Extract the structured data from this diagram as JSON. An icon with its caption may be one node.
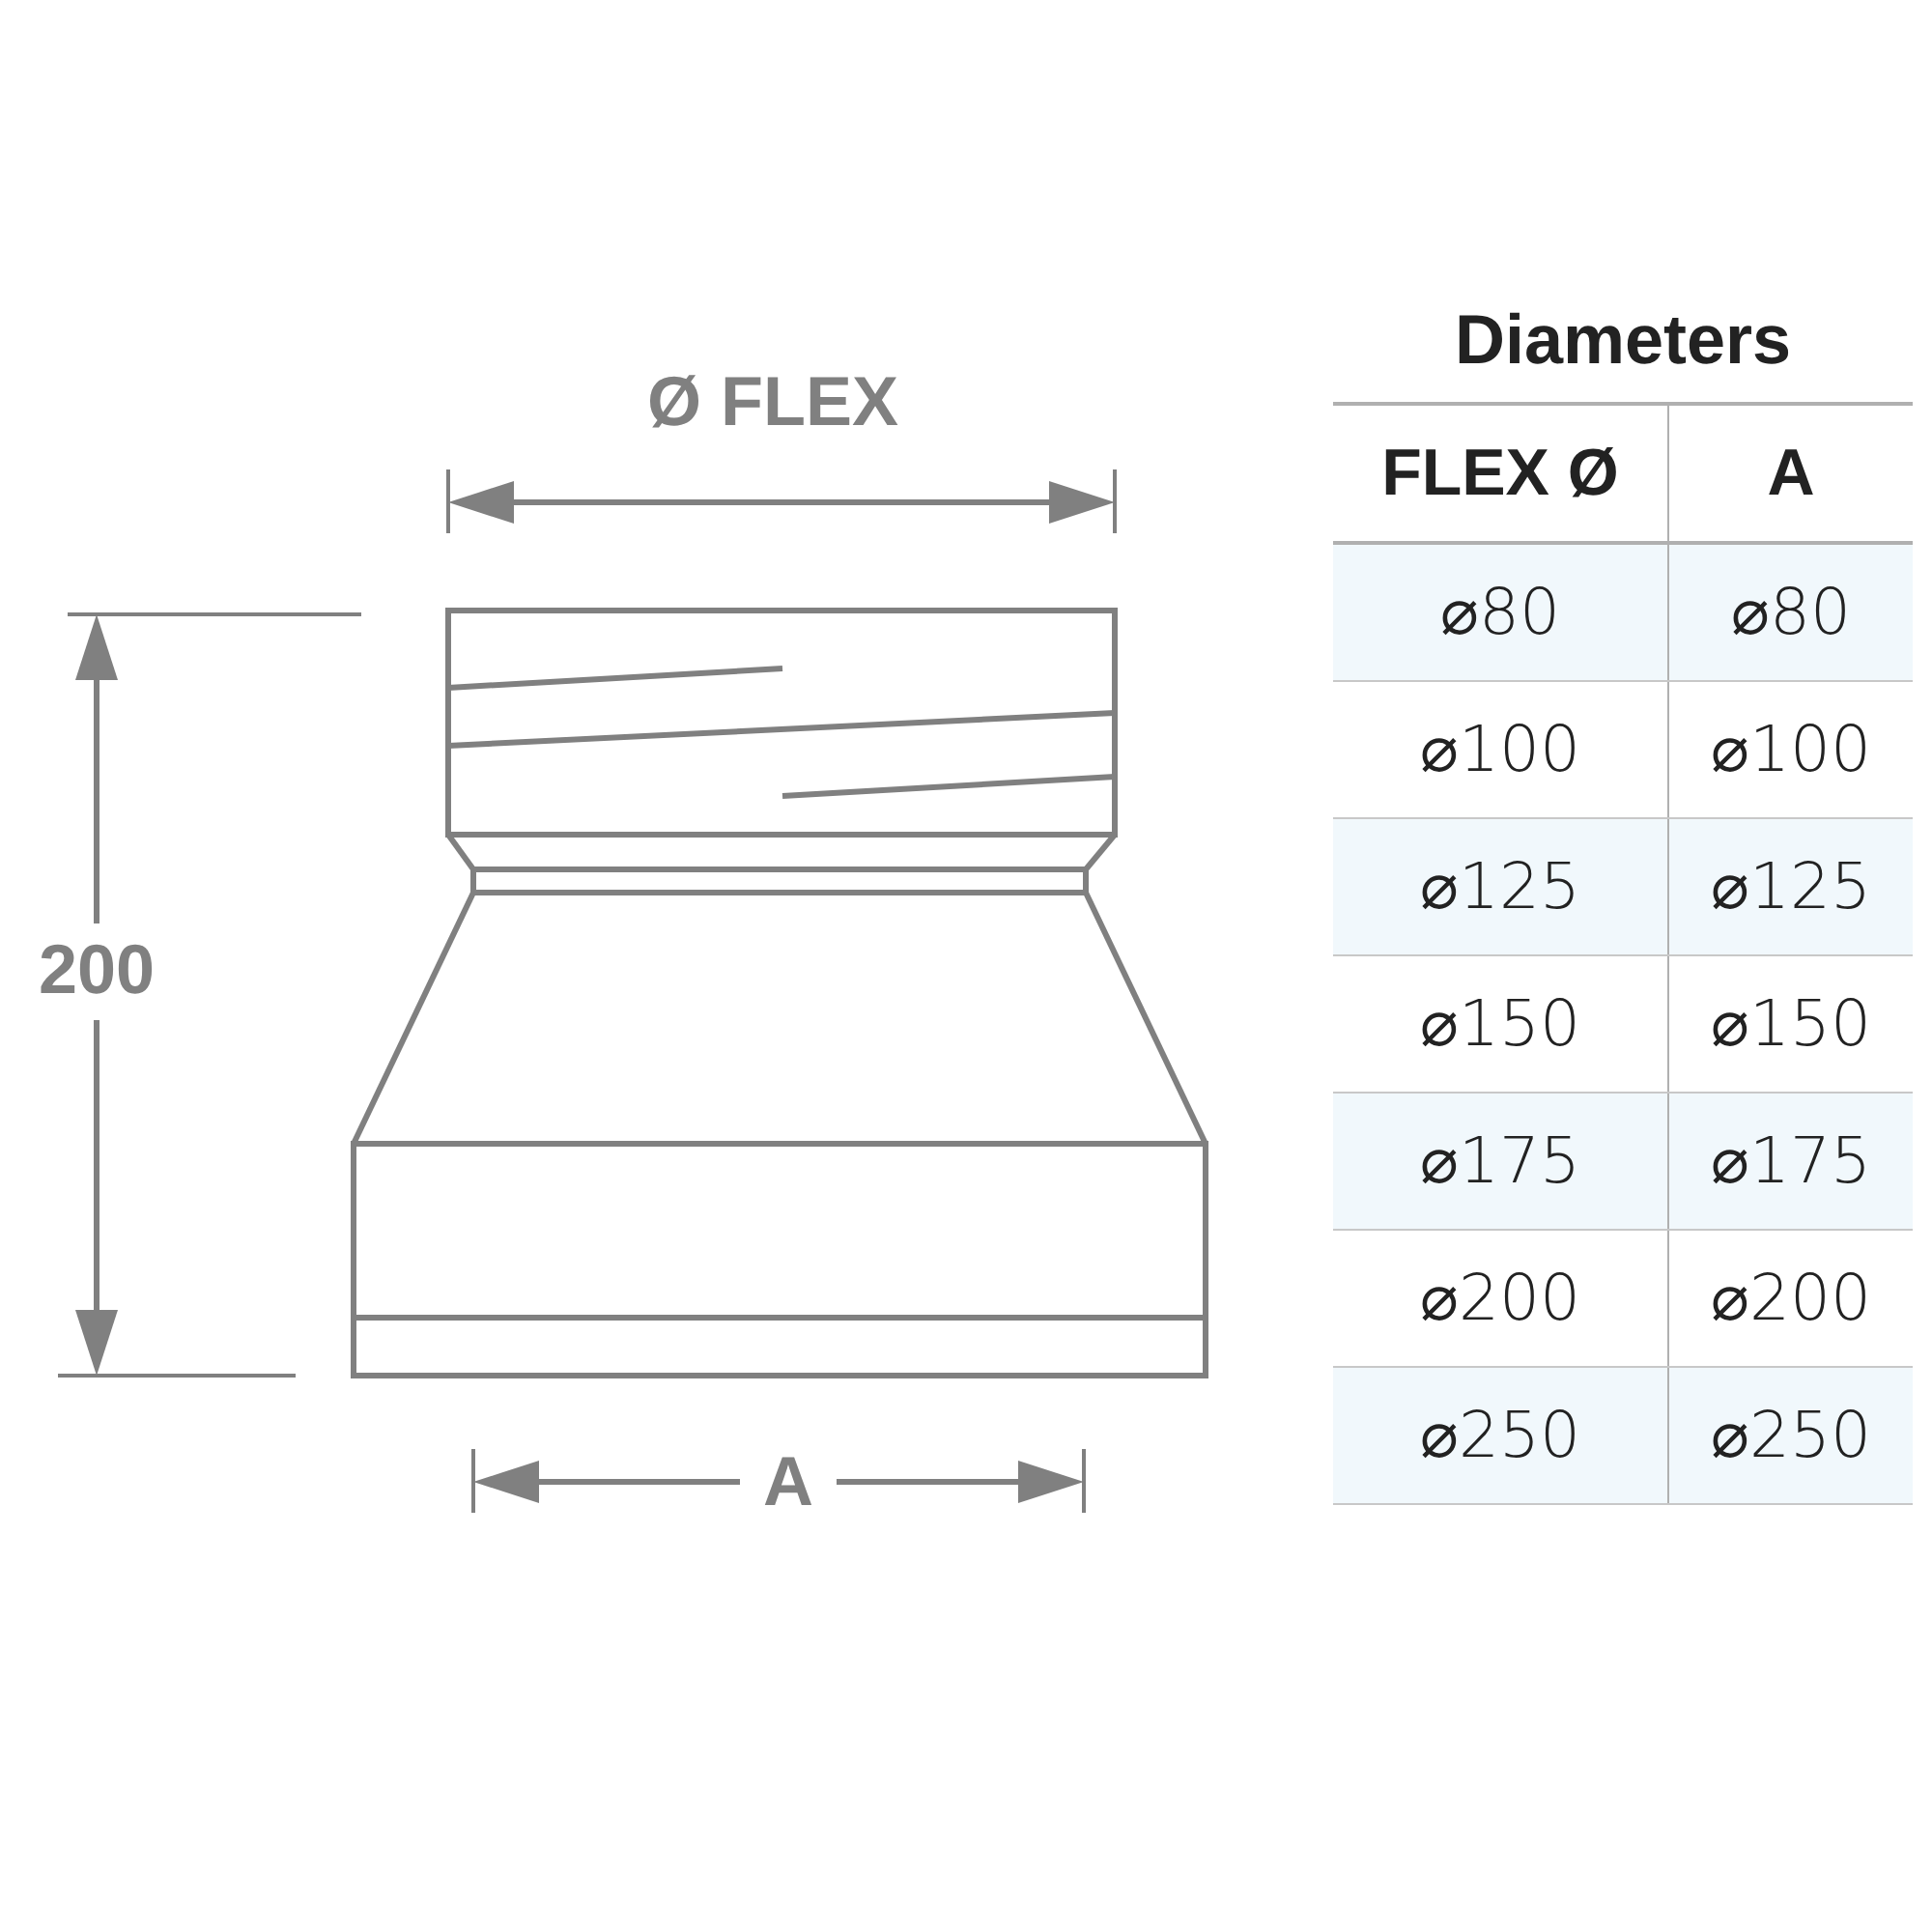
{
  "diagram": {
    "labels": [
      "Ø FLEX",
      "200",
      "A",
      "Diameters",
      "FLEX Ø",
      "A",
      "⌀80",
      "⌀80",
      "⌀100",
      "⌀100",
      "⌀125",
      "⌀125",
      "⌀150",
      "⌀150",
      "⌀175",
      "⌀175",
      "⌀200",
      "⌀200",
      "⌀250",
      "⌀250"
    ]
  }
}
